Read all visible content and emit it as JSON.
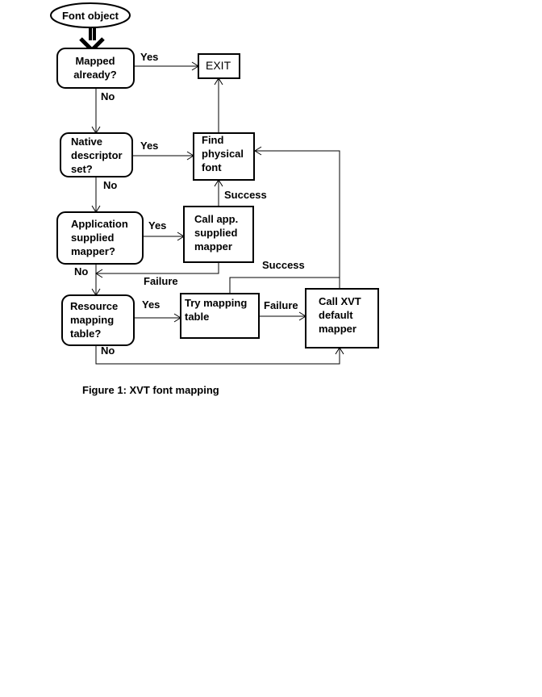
{
  "nodes": {
    "start": {
      "label": [
        "Font object"
      ]
    },
    "mapped": {
      "label": [
        "Mapped",
        "already?"
      ]
    },
    "exit": {
      "label": [
        "EXIT"
      ]
    },
    "native": {
      "label": [
        "Native",
        "descriptor",
        "set?"
      ]
    },
    "find": {
      "label": [
        "Find",
        "physical",
        "font"
      ]
    },
    "app": {
      "label": [
        "Application",
        "supplied",
        "mapper?"
      ]
    },
    "callapp": {
      "label": [
        "Call app.",
        "supplied",
        "mapper"
      ]
    },
    "resource": {
      "label": [
        "Resource",
        "mapping",
        "table?"
      ]
    },
    "try": {
      "label": [
        "Try mapping",
        "table"
      ]
    },
    "callxvt": {
      "label": [
        "Call XVT",
        "default",
        "mapper"
      ]
    }
  },
  "edge_labels": {
    "mapped_yes": "Yes",
    "mapped_no": "No",
    "native_yes": "Yes",
    "native_no": "No",
    "app_yes": "Yes",
    "app_no": "No",
    "resource_yes": "Yes",
    "resource_no": "No",
    "callapp_success": "Success",
    "callapp_failure": "Failure",
    "try_success": "Success",
    "try_failure": "Failure"
  },
  "caption": "Figure 1: XVT font mapping"
}
